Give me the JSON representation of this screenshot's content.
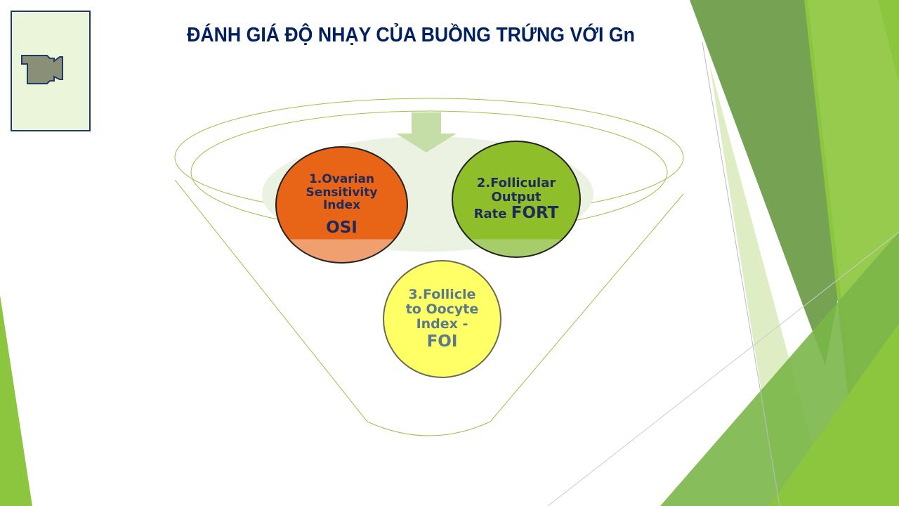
{
  "slide": {
    "title": "ĐÁNH GIÁ ĐỘ NHẠY CỦA BUỒNG TRỨNG VỚI Gn",
    "logo_icon": "video-camera-icon",
    "items": [
      {
        "lines": [
          "1.Ovarian",
          "Sensitivity",
          "Index"
        ],
        "abbr": "OSI",
        "color": "#e86417"
      },
      {
        "lines": [
          "2.Follicular",
          "Output"
        ],
        "prefix": "Rate",
        "abbr": "FORT",
        "color": "#8ebf2b"
      },
      {
        "lines": [
          "3.Follicle",
          "to Oocyte",
          "Index -"
        ],
        "abbr": "FOI",
        "color": "#ffff66"
      }
    ],
    "accent_colors": {
      "title": "#002060",
      "green": "#8cc63f",
      "dark_green": "#6e9e4a"
    }
  }
}
